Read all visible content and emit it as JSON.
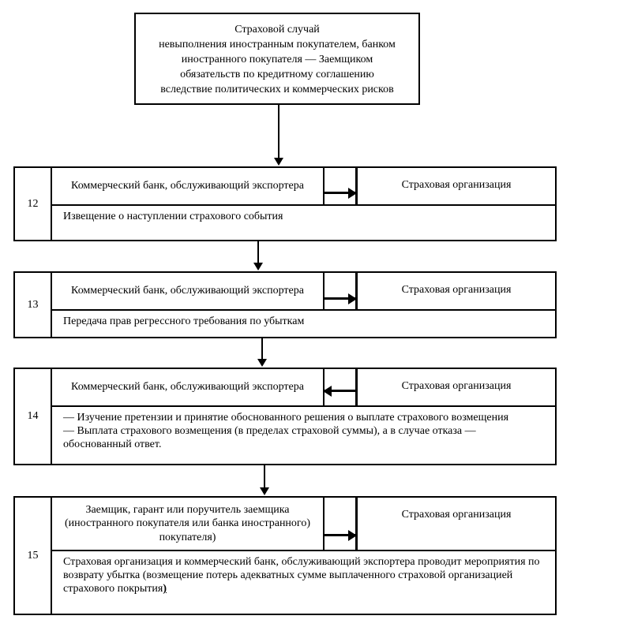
{
  "top_box": {
    "lines": [
      "Страховой случай",
      "невыполнения иностранным покупателем, банком",
      "иностранного покупателя — Заемщиком",
      "обязательств по кредитному соглашению",
      "вследствие политических и коммерческих рисков"
    ]
  },
  "blocks": [
    {
      "number": "12",
      "left_party": "Коммерческий банк, обслуживающий экспортера",
      "right_party": "Страховая организация",
      "arrow_direction": "right",
      "message": "Извещение о наступлении страхового события"
    },
    {
      "number": "13",
      "left_party": "Коммерческий банк, обслуживающий экспортера",
      "right_party": "Страховая организация",
      "arrow_direction": "right",
      "message": "Передача прав регрессного требования по убыткам"
    },
    {
      "number": "14",
      "left_party": "Коммерческий банк, обслуживающий экспортера",
      "right_party": "Страховая организация",
      "arrow_direction": "left",
      "message_lines": [
        "— Изучение претензии и принятие обоснованного решения о выплате страхового возмещения",
        "— Выплата страхового возмещения (в пределах страховой суммы), а в случае отказа — обоснованный ответ."
      ]
    },
    {
      "number": "15",
      "left_party": "Заемщик, гарант или поручитель заемщика (иностранного покупателя или банка иностранного) покупателя)",
      "right_party": "Страховая организация",
      "arrow_direction": "right",
      "message": "Страховая организация и коммерческий банк, обслуживающий экспортера проводит мероприятия по возврату убытка (возмещение потерь адекватных сумме выплаченного страховой организацией страхового покрытия",
      "message_suffix": ")"
    }
  ],
  "colors": {
    "line": "#000000",
    "background": "#ffffff",
    "text": "#000000"
  }
}
